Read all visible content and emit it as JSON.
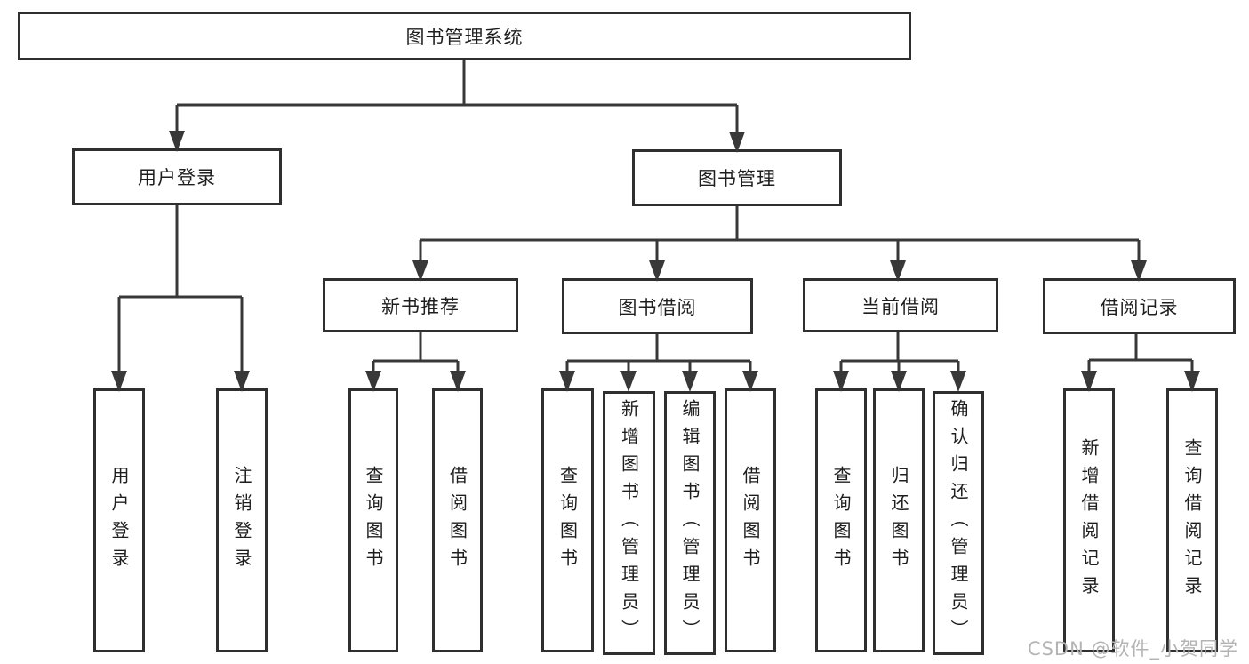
{
  "tree": {
    "root": {
      "label": "图书管理系统",
      "children": [
        {
          "label": "用户登录",
          "children": [
            {
              "label": "用户登录"
            },
            {
              "label": "注销登录"
            }
          ]
        },
        {
          "label": "图书管理",
          "children": [
            {
              "label": "新书推荐",
              "children": [
                {
                  "label": "查询图书"
                },
                {
                  "label": "借阅图书"
                }
              ]
            },
            {
              "label": "图书借阅",
              "children": [
                {
                  "label": "查询图书"
                },
                {
                  "label": "新增图书（管理员）"
                },
                {
                  "label": "编辑图书（管理员）"
                },
                {
                  "label": "借阅图书"
                }
              ]
            },
            {
              "label": "当前借阅",
              "children": [
                {
                  "label": "查询图书"
                },
                {
                  "label": "归还图书"
                },
                {
                  "label": "确认归还（管理员）"
                }
              ]
            },
            {
              "label": "借阅记录",
              "children": [
                {
                  "label": "新增借阅记录"
                },
                {
                  "label": "查询借阅记录"
                }
              ]
            }
          ]
        }
      ]
    }
  },
  "watermark": {
    "text": "CSDN @软件_小贺同学"
  },
  "colors": {
    "line": "#383838",
    "box_border": "#2f2f2f",
    "text": "#1e1e1e",
    "watermark": "#b4b4b4",
    "background": "#ffffff"
  }
}
